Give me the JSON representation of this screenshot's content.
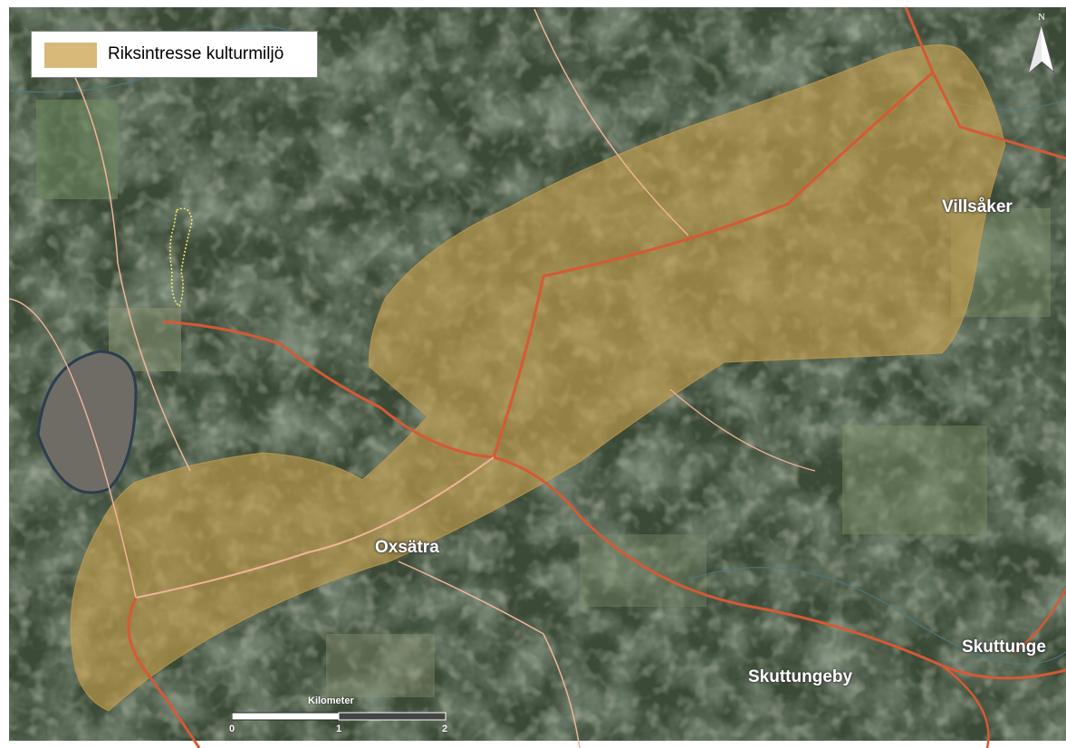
{
  "legend": {
    "label": "Riksintresse kulturmiljö",
    "swatch_color": "#d9b97a"
  },
  "places": {
    "villsaker": "Villsåker",
    "oxsatra": "Oxsätra",
    "skuttungeby": "Skuttungeby",
    "skuttunge": "Skuttunge"
  },
  "north_arrow": {
    "letter": "N",
    "icon": "north-arrow-icon"
  },
  "scale_bar": {
    "unit": "Kilometer",
    "ticks": [
      "0",
      "1",
      "2"
    ]
  },
  "colors": {
    "area_fill": "#c9a14e",
    "road_main": "#d45a35",
    "road_minor": "#f0b49a",
    "terrain": "#3b4a37"
  }
}
